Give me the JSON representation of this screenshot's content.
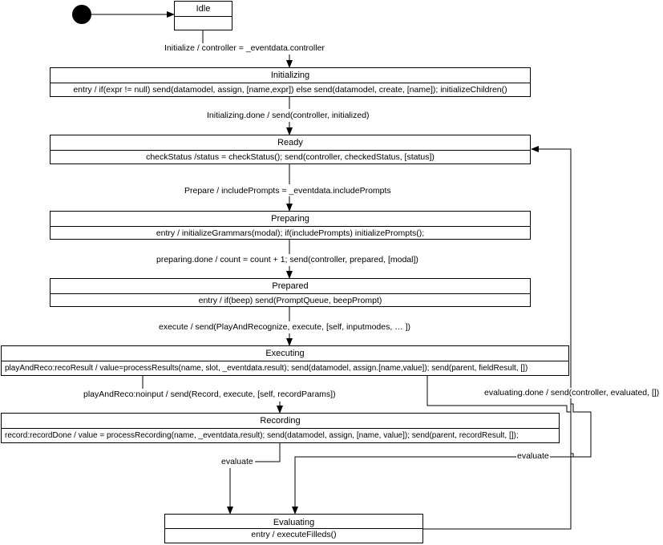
{
  "states": {
    "idle": {
      "name": "Idle",
      "action": ""
    },
    "initializing": {
      "name": "Initializing",
      "action": "entry / if(expr != null) send(datamodel, assign, [name,expr]) else send(datamodel, create, [name]); initializeChildren()"
    },
    "ready": {
      "name": "Ready",
      "action": "checkStatus /status = checkStatus(); send(controller, checkedStatus, [status])"
    },
    "preparing": {
      "name": "Preparing",
      "action": "entry / initializeGrammars(modal); if(includePrompts) initializePrompts();"
    },
    "prepared": {
      "name": "Prepared",
      "action": "entry / if(beep) send(PromptQueue, beepPrompt)"
    },
    "executing": {
      "name": "Executing",
      "action": "playAndReco:recoResult / value=processResults(name, slot, _eventdata.result); send(datamodel, assign.[name,value]); send(parent, fieldResult, [])"
    },
    "recording": {
      "name": "Recording",
      "action": "record:recordDone / value = processRecording(name, _eventdata.result); send(datamodel, assign, [name, value]); send(parent, recordResult, []);"
    },
    "evaluating": {
      "name": "Evaluating",
      "action": "entry / executeFilleds()"
    }
  },
  "transitions": {
    "initialize": "Initialize / controller = _eventdata.controller",
    "initializing_done": "Initializing.done / send(controller, initialized)",
    "prepare": "Prepare / includePrompts = _eventdata.includePrompts",
    "preparing_done": "preparing.done / count = count + 1; send(controller, prepared, [modal])",
    "execute": "execute / send(PlayAndRecognize, execute, [self, inputmodes, … ])",
    "noinput": "playAndReco:noinput / send(Record, execute, [self, recordParams])",
    "evaluating_done": "evaluating.done / send(controller, evaluated, [])",
    "evaluate_from_recording": "evaluate",
    "evaluate_from_executing": "evaluate"
  }
}
